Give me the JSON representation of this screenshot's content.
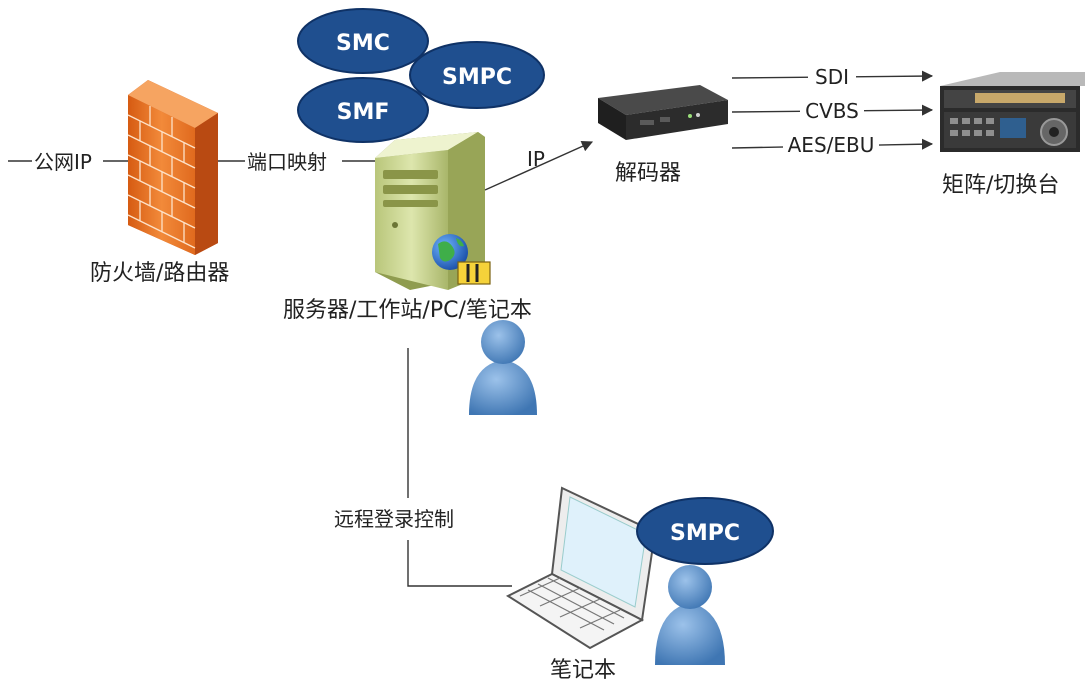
{
  "labels": {
    "public_ip": "公网IP",
    "port_mapping": "端口映射",
    "firewall": "防火墙/路由器",
    "server": "服务器/工作站/PC/笔记本",
    "ip": "IP",
    "decoder": "解码器",
    "sdi": "SDI",
    "cvbs": "CVBS",
    "aes_ebu": "AES/EBU",
    "matrix": "矩阵/切换台",
    "remote_login": "远程登录控制",
    "laptop": "笔记本"
  },
  "modules": {
    "smc": "SMC",
    "smpc": "SMPC",
    "smf": "SMF",
    "laptop_smpc": "SMPC"
  },
  "colors": {
    "ellipse_fill": "#1f4f8f",
    "ellipse_stroke": "#0f3266",
    "firewall": "#f07f2a",
    "server_body": "#cfd99a",
    "user": "#5b8dc4",
    "line": "#333333"
  }
}
